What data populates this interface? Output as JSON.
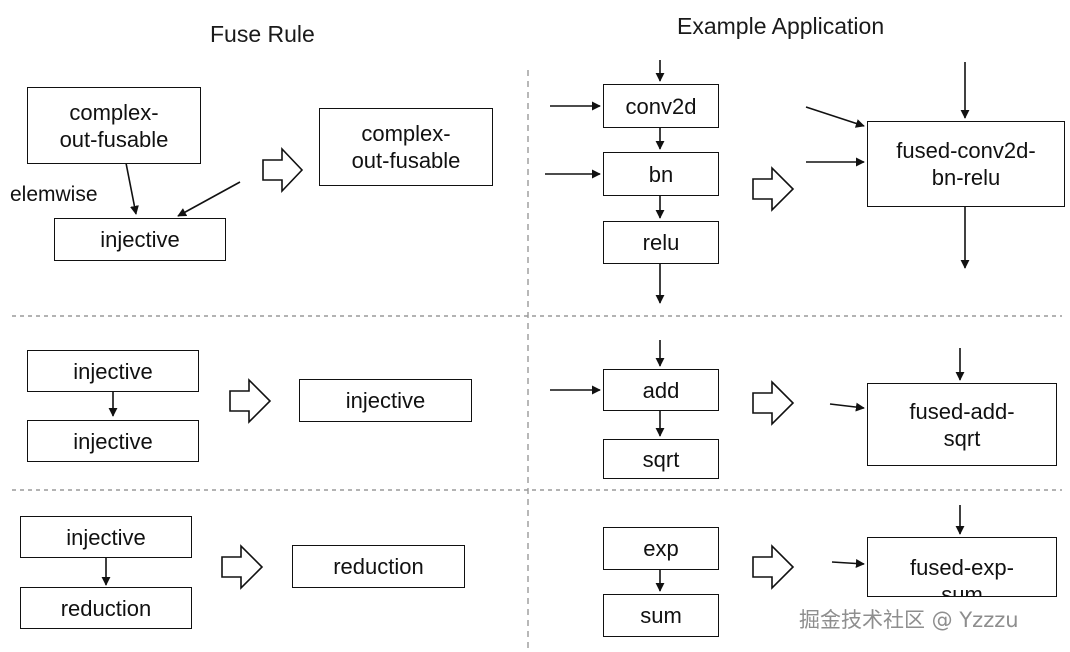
{
  "headings": {
    "fuse_rule": "Fuse Rule",
    "example_application": "Example Application"
  },
  "rules": {
    "row1": {
      "complex_out_fusable": "complex-\nout-fusable",
      "edge_label": "elemwise",
      "injective": "injective",
      "result": "complex-\nout-fusable"
    },
    "row2": {
      "top": "injective",
      "bottom": "injective",
      "result": "injective"
    },
    "row3": {
      "top": "injective",
      "bottom": "reduction",
      "result": "reduction"
    }
  },
  "examples": {
    "row1": {
      "ops": [
        "conv2d",
        "bn",
        "relu"
      ],
      "fused": "fused-conv2d-\nbn-relu"
    },
    "row2": {
      "ops": [
        "add",
        "sqrt"
      ],
      "fused": "fused-add-\nsqrt"
    },
    "row3": {
      "ops": [
        "exp",
        "sum"
      ],
      "fused": "fused-exp-\nsum"
    }
  },
  "watermark": "掘金技术社区 @ Yzzzu",
  "colors": {
    "ink": "#111111",
    "divider": "#9a9a9a",
    "watermark": "#8e8e8e"
  }
}
